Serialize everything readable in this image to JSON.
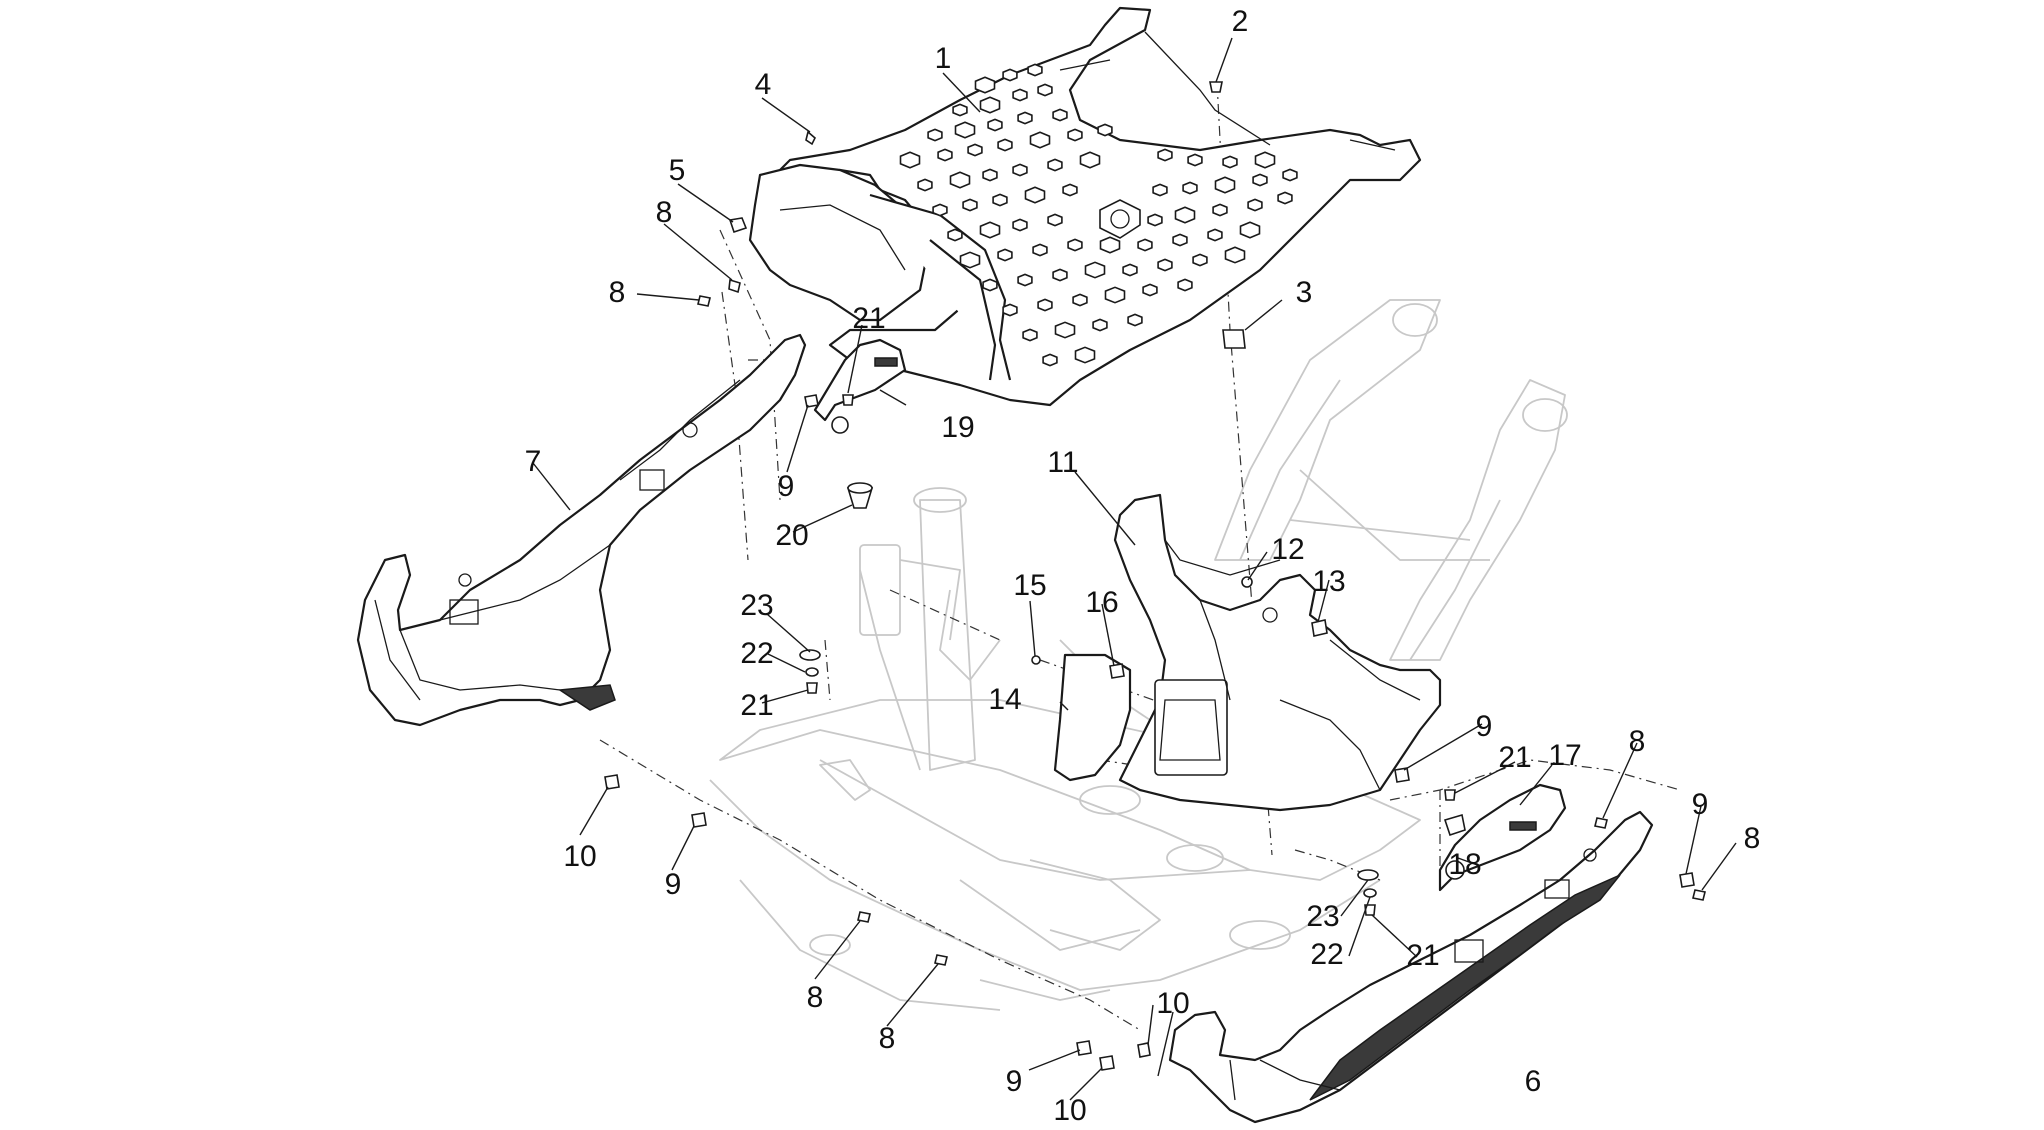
{
  "callouts": {
    "c1": "1",
    "c2": "2",
    "c3": "3",
    "c4": "4",
    "c5": "5",
    "c6": "6",
    "c7": "7",
    "c8a": "8",
    "c8b": "8",
    "c8c": "8",
    "c8d": "8",
    "c8e": "8",
    "c8f": "8",
    "c9a": "9",
    "c9b": "9",
    "c9c": "9",
    "c9d": "9",
    "c9e": "9",
    "c10a": "10",
    "c10b": "10",
    "c10c": "10",
    "c11": "11",
    "c12": "12",
    "c13": "13",
    "c14": "14",
    "c15": "15",
    "c16": "16",
    "c17": "17",
    "c18": "18",
    "c19": "19",
    "c20": "20",
    "c21a": "21",
    "c21b": "21",
    "c21c": "21",
    "c21d": "21",
    "c22a": "22",
    "c22b": "22",
    "c23a": "23",
    "c23b": "23"
  },
  "colors": {
    "ink": "#1a1a1a",
    "ghost": "#c8c8c8",
    "background": "#ffffff"
  }
}
